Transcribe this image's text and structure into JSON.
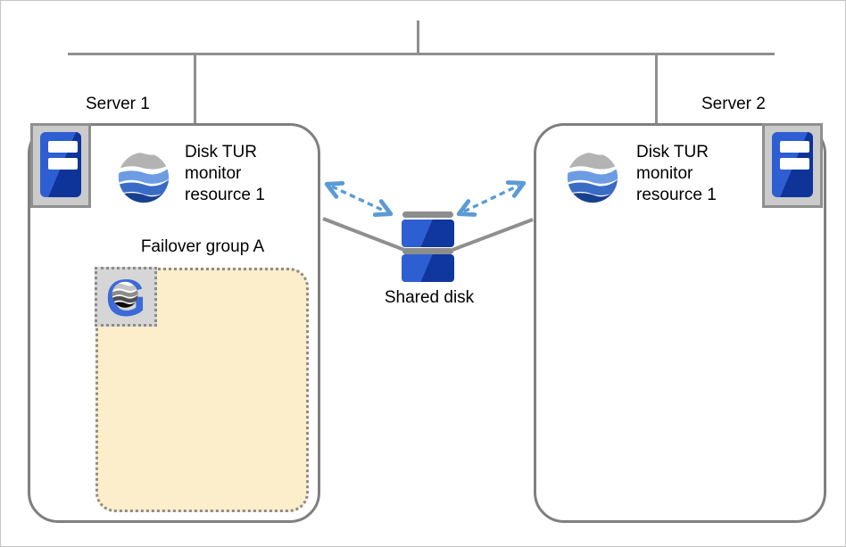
{
  "diagram_type": "cluster-configuration-diagram",
  "network": {
    "trunk": "interconnect-line"
  },
  "servers": [
    {
      "label": "Server 1",
      "monitor_text": "Disk TUR\nmonitor\nresource 1",
      "icon": "server-icon",
      "monitor_icon": "disk-tur-monitor-resource-icon"
    },
    {
      "label": "Server 2",
      "monitor_text": "Disk TUR\nmonitor\nresource 1",
      "icon": "server-icon",
      "monitor_icon": "disk-tur-monitor-resource-icon"
    }
  ],
  "failover_group": {
    "label": "Failover group A",
    "icon": "failover-group-g-icon"
  },
  "shared_disk": {
    "label": "Shared disk",
    "icon": "shared-disk-icon"
  },
  "colors": {
    "line_gray": "#8f8f8f",
    "box_border_gray": "#7f7f7f",
    "arrow_blue": "#5b9bd5",
    "disk_blue_light": "#2e5fd2",
    "disk_blue_dark": "#10379e",
    "group_fill": "#fceecb",
    "icon_frame_gray": "#cbcbcb",
    "wave_gray": "#b3b3b3",
    "wave_light_blue": "#6c9ce4",
    "wave_mid_blue": "#3a6cc6",
    "wave_dark_blue": "#17418f",
    "g_letter_blue": "#3b6bd8"
  }
}
